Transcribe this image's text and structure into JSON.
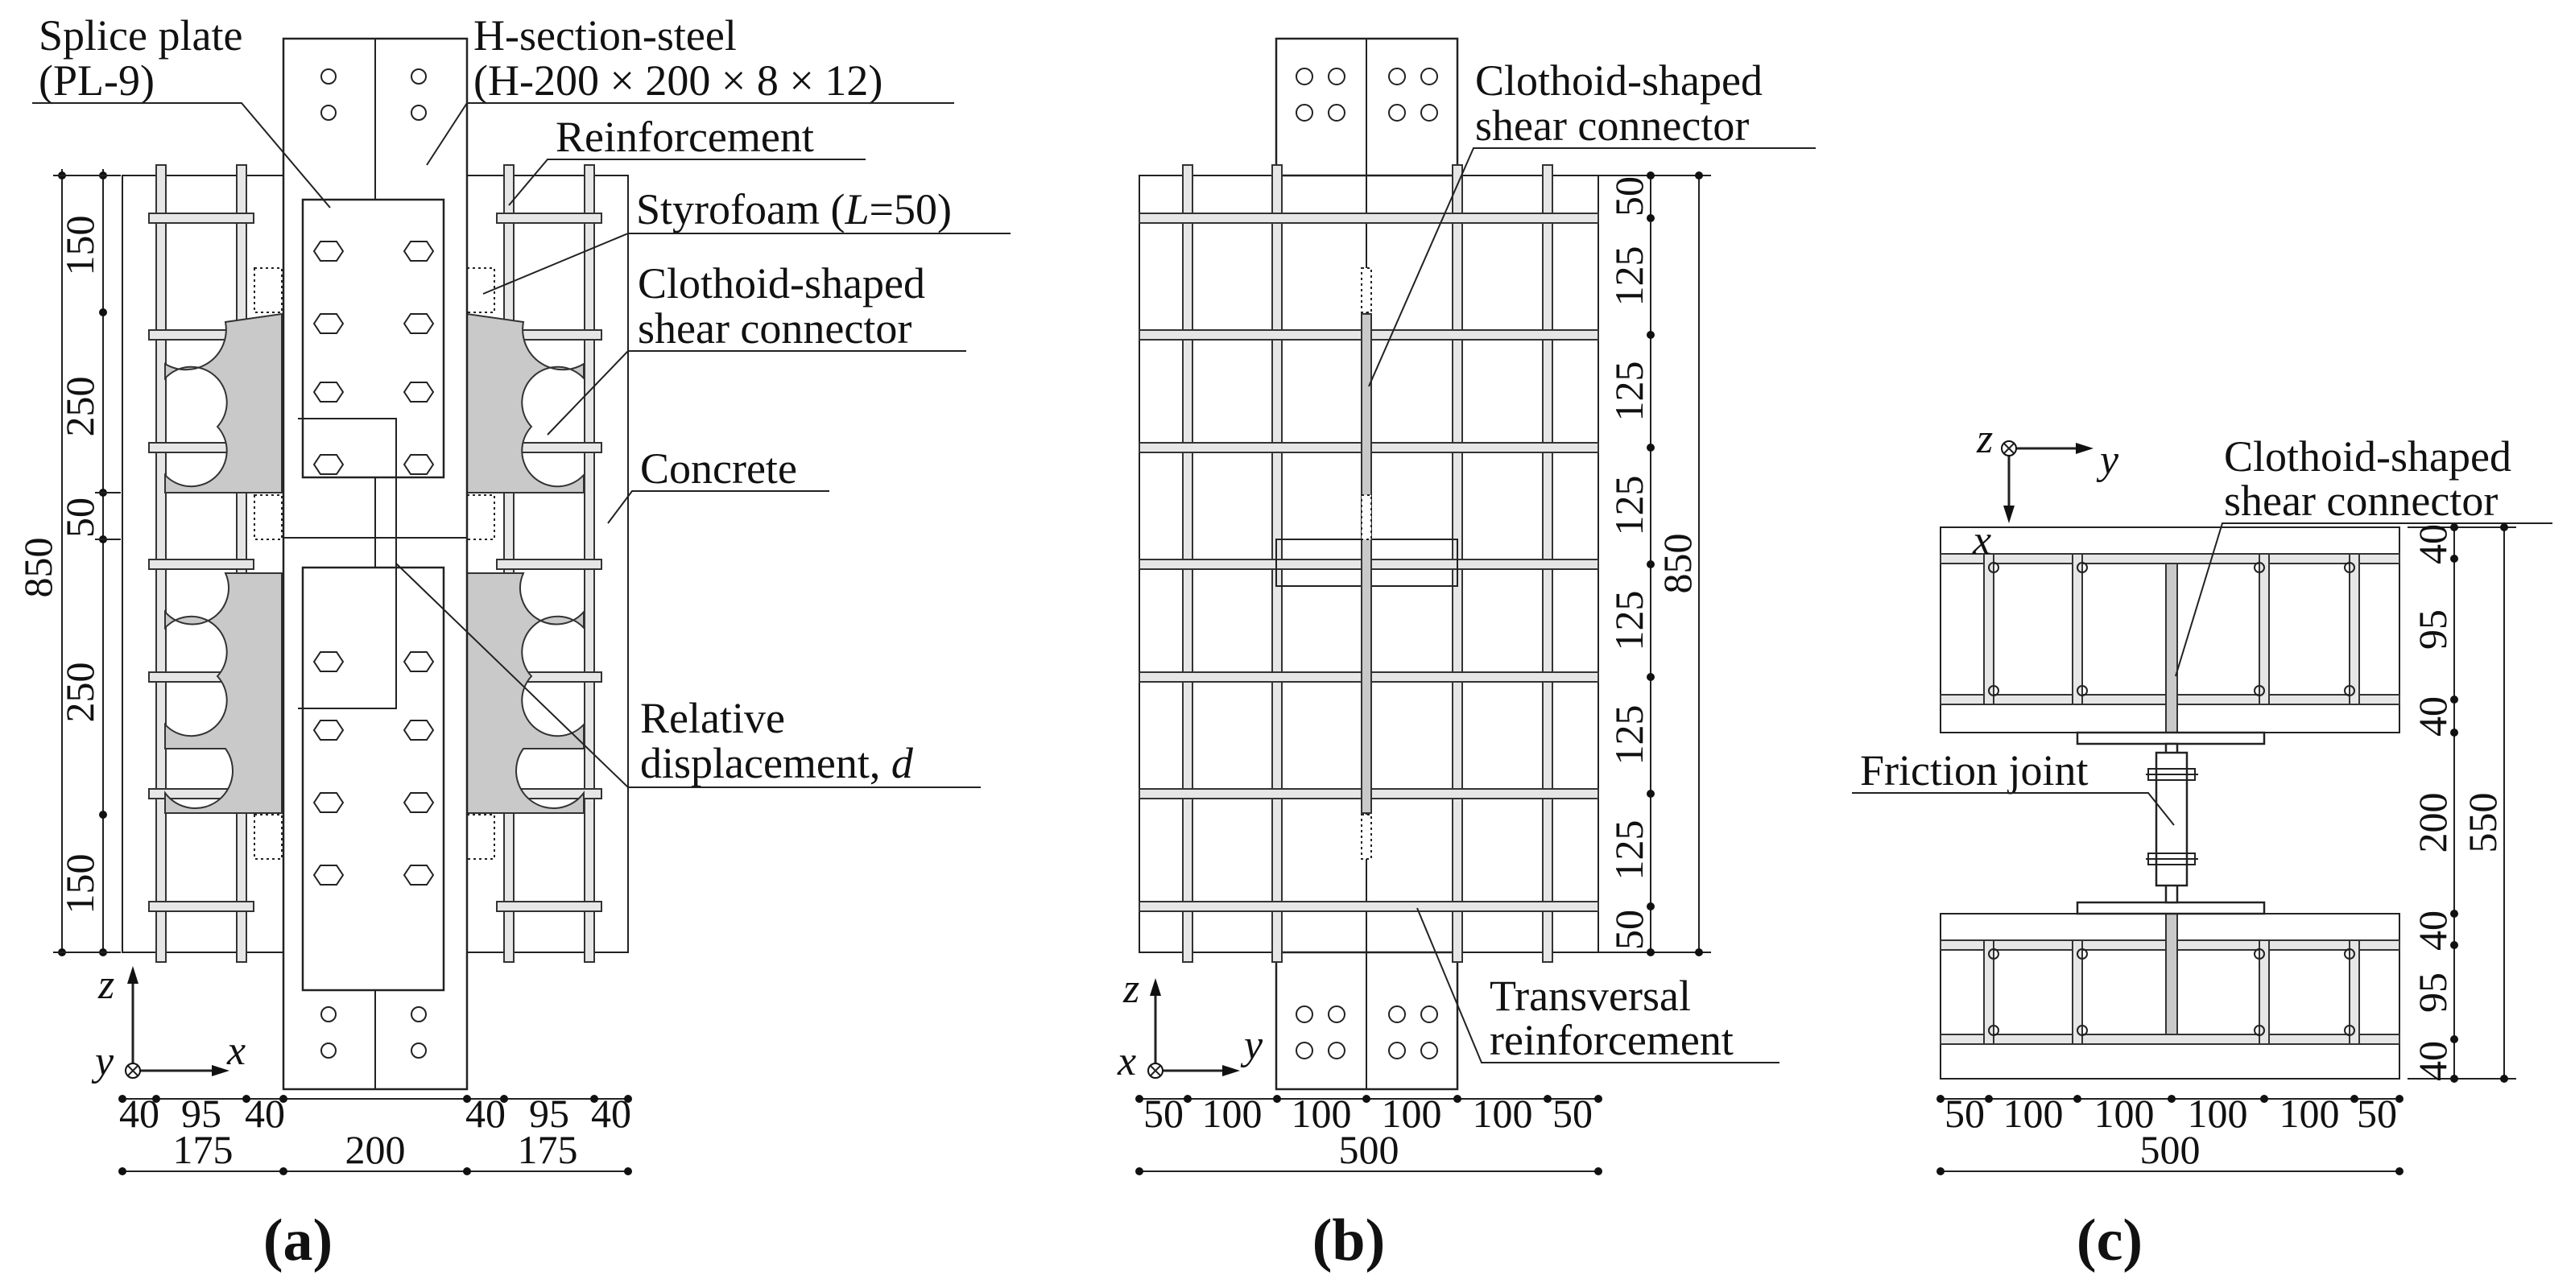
{
  "colors": {
    "line": "#222222",
    "connector": "#c9c9c9",
    "rebar": "#e6e6e6",
    "background": "#ffffff"
  },
  "panel_a": {
    "caption": "(a)",
    "labels": {
      "splice_plate_1": "Splice plate",
      "splice_plate_2": "(PL-9)",
      "h_steel_1": "H-section-steel",
      "h_steel_2": "(H-200 × 200 × 8 × 12)",
      "reinforcement": "Reinforcement",
      "styrofoam_pre": "Styrofoam (",
      "styrofoam_L": "L",
      "styrofoam_post": "=50)",
      "connector_1": "Clothoid-shaped",
      "connector_2": "shear connector",
      "concrete": "Concrete",
      "relative_1": "Relative",
      "relative_2": "displacement, ",
      "relative_d": "d"
    },
    "vertical_dims": [
      "150",
      "250",
      "50",
      "250",
      "150"
    ],
    "vertical_total": "850",
    "bottom_dims_row1": [
      "40",
      "95",
      "40",
      "40",
      "95",
      "40"
    ],
    "bottom_dims_row2": [
      "175",
      "200",
      "175"
    ],
    "axes": {
      "up": "z",
      "right": "x",
      "out": "y"
    }
  },
  "panel_b": {
    "caption": "(b)",
    "labels": {
      "connector_1": "Clothoid-shaped",
      "connector_2": "shear connector",
      "transversal_1": "Transversal",
      "transversal_2": "reinforcement"
    },
    "vertical_dims": [
      "50",
      "125",
      "125",
      "125",
      "125",
      "125",
      "125",
      "50"
    ],
    "vertical_total": "850",
    "bottom_dims_row1": [
      "50",
      "100",
      "100",
      "100",
      "100",
      "50"
    ],
    "bottom_total": "500",
    "axes": {
      "up": "z",
      "right": "y",
      "out": "x"
    }
  },
  "panel_c": {
    "caption": "(c)",
    "labels": {
      "connector_1": "Clothoid-shaped",
      "connector_2": "shear connector",
      "friction_joint": "Friction joint"
    },
    "vertical_dims": [
      "40",
      "95",
      "40",
      "200",
      "40",
      "95",
      "40"
    ],
    "vertical_total": "550",
    "bottom_dims_row1": [
      "50",
      "100",
      "100",
      "100",
      "100",
      "50"
    ],
    "bottom_total": "500",
    "axes": {
      "into": "z",
      "right": "y",
      "down": "x"
    }
  }
}
